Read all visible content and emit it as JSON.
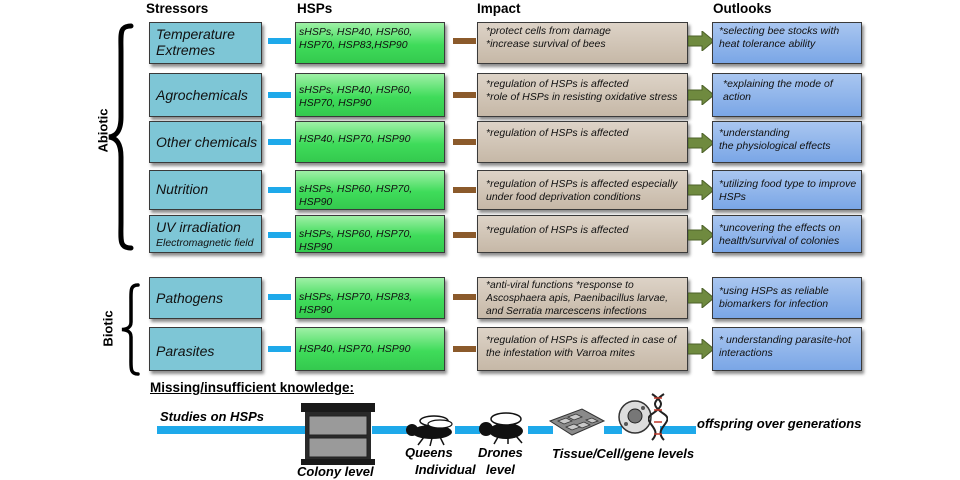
{
  "headers": {
    "stressors": "Stressors",
    "hsps": "HSPs",
    "impact": "Impact",
    "outlooks": "Outlooks"
  },
  "groups": {
    "abiotic": "Abiotic",
    "biotic": "Biotic"
  },
  "rows": [
    {
      "stressor": "Temperature Extremes",
      "stressor_sub": "",
      "hsps": "sHSPs, HSP40, HSP60, HSP70, HSP83,HSP90",
      "impact": "*protect cells from damage\n*increase survival of bees",
      "outlook": "*selecting bee stocks with heat tolerance ability"
    },
    {
      "stressor": "Agrochemicals",
      "stressor_sub": "",
      "hsps": "sHSPs, HSP40, HSP60, HSP70, HSP90",
      "impact": "*regulation of HSPs is affected\n*role of HSPs in resisting oxidative stress",
      "outlook": "*explaining the mode of action"
    },
    {
      "stressor": "Other chemicals",
      "stressor_sub": "",
      "hsps": "HSP40, HSP70, HSP90",
      "impact": "*regulation of HSPs is affected",
      "outlook": "*understanding\nthe physiological effects"
    },
    {
      "stressor": "Nutrition",
      "stressor_sub": "",
      "hsps": "sHSPs, HSP60, HSP70, HSP90",
      "impact": "*regulation of HSPs is affected especially under food deprivation conditions",
      "outlook": "*utilizing food type to improve HSPs"
    },
    {
      "stressor": "UV irradiation",
      "stressor_sub": "Electromagnetic field",
      "hsps": "sHSPs, HSP60, HSP70, HSP90",
      "impact": "*regulation of HSPs is affected",
      "outlook": "*uncovering the effects on health/survival of colonies"
    },
    {
      "stressor": "Pathogens",
      "stressor_sub": "",
      "hsps": "sHSPs, HSP70, HSP83, HSP90",
      "impact": "*anti-viral functions  *response to Ascosphaera apis, Paenibacillus larvae, and Serratia marcescens infections",
      "outlook": "*using HSPs as reliable biomarkers for infection"
    },
    {
      "stressor": "Parasites",
      "stressor_sub": "",
      "hsps": "HSP40, HSP70, HSP90",
      "impact": "*regulation of HSPs is affected in case of the infestation with Varroa mites",
      "outlook": "* understanding parasite-hot interactions"
    }
  ],
  "bottom": {
    "title": "Missing/insufficient knowledge:",
    "studies": "Studies on HSPs",
    "colony": "Colony level",
    "queens": "Queens",
    "drones": "Drones",
    "individual": "Individual",
    "level": "level",
    "tissue": "Tissue/Cell/gene levels",
    "offspring": "offspring over generations"
  }
}
